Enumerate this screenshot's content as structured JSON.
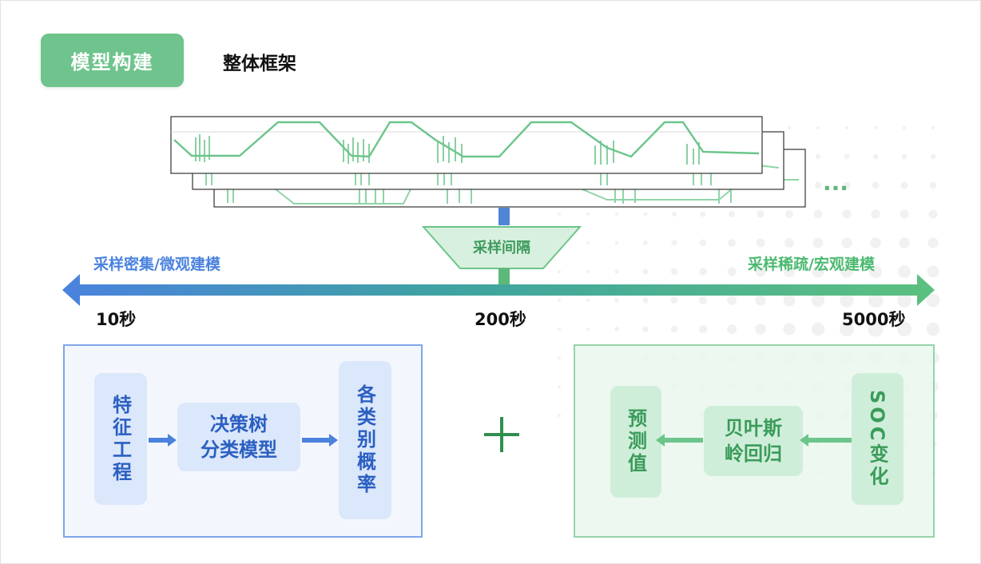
{
  "header": {
    "badge_label": "模型构建",
    "title": "整体框架"
  },
  "sampling": {
    "funnel_label": "采样间隔",
    "ellipsis": "...",
    "left_label": "采样密集/微观建模",
    "right_label": "采样稀疏/宏观建模",
    "ticks": [
      "10秒",
      "200秒",
      "5000秒"
    ]
  },
  "micro_model": {
    "steps": [
      "特征工程",
      "决策树\n分类模型",
      "各类别概率"
    ]
  },
  "operator": "+",
  "macro_model": {
    "steps": [
      "SOC变化",
      "贝叶斯\n岭回归",
      "预测值"
    ]
  },
  "colors": {
    "badge": "#6ec48c",
    "blue_accent": "#4a82de",
    "green_accent": "#4cb970",
    "line_green": "#6cc58b"
  }
}
